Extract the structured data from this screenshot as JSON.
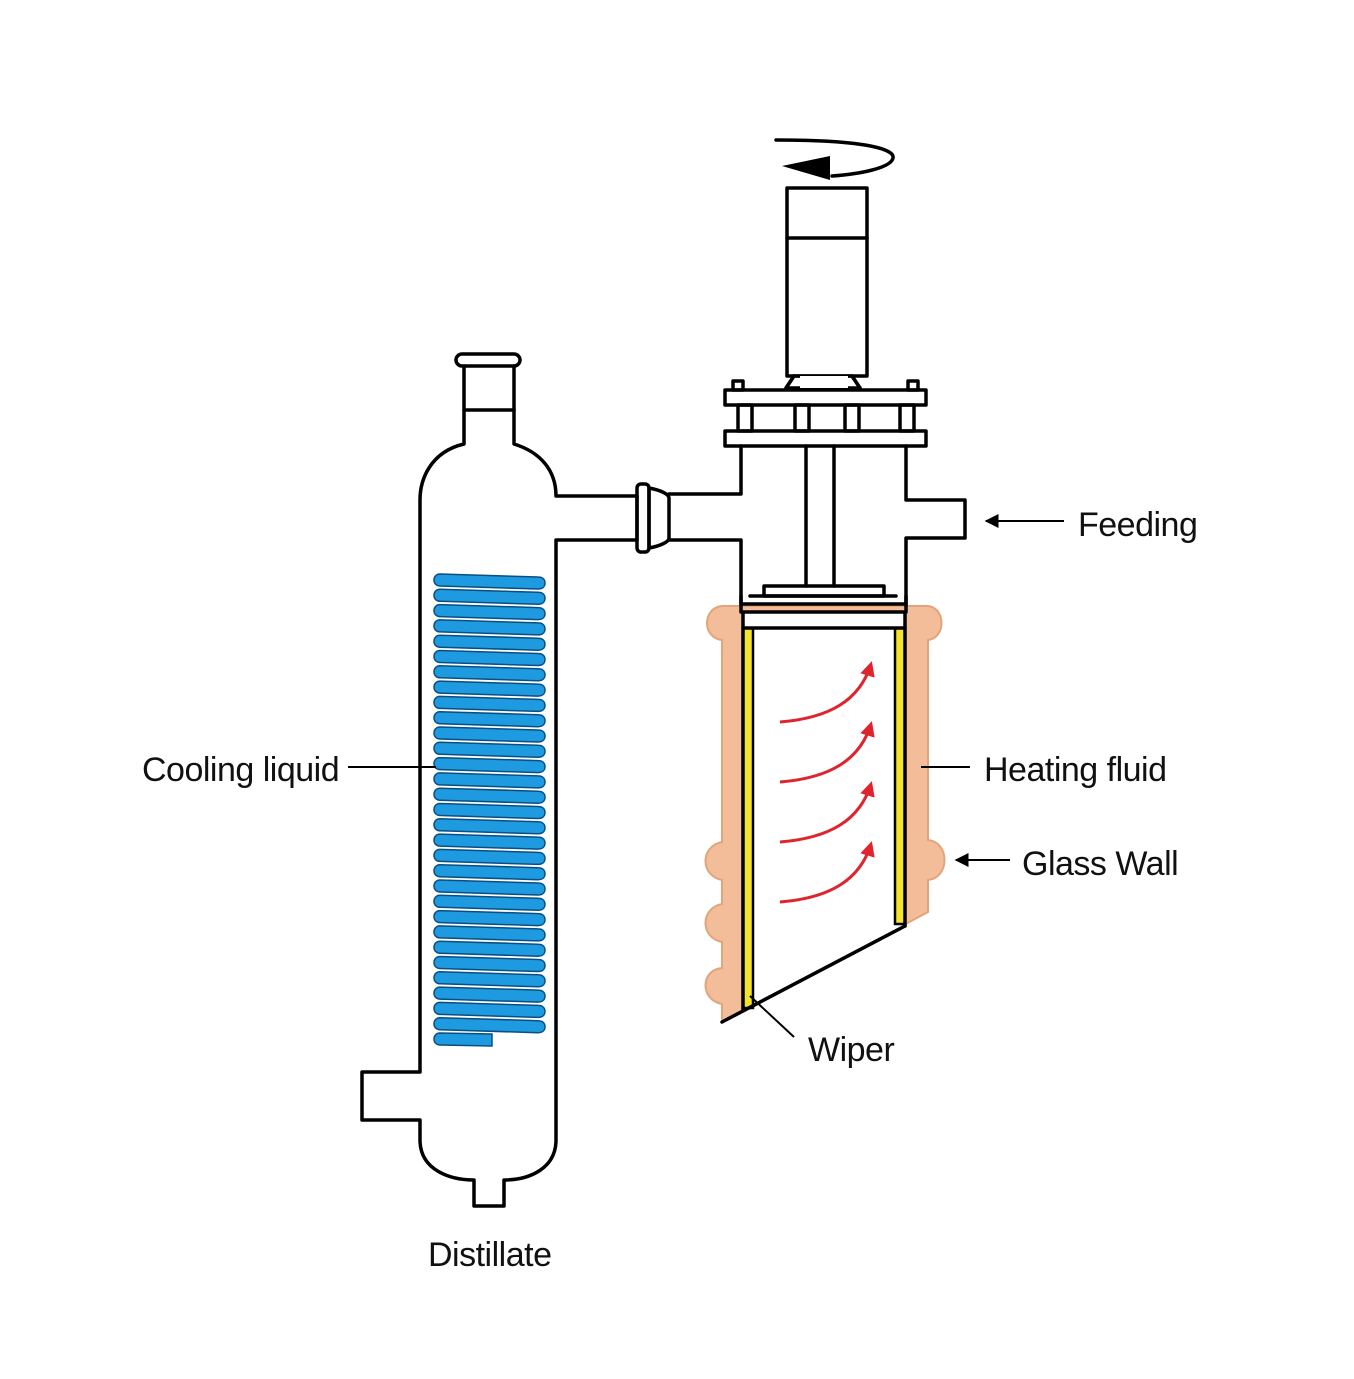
{
  "labels": {
    "feeding": "Feeding",
    "cooling_liquid": "Cooling liquid",
    "heating_fluid": "Heating fluid",
    "glass_wall": "Glass Wall",
    "wiper": "Wiper",
    "distillate": "Distillate"
  },
  "colors": {
    "outline": "#000000",
    "cooling_coil": "#1e9be0",
    "heating_jacket": "#f2bd98",
    "wiper_blade": "#f3e32a",
    "flow_arrows": "#e0242e"
  }
}
